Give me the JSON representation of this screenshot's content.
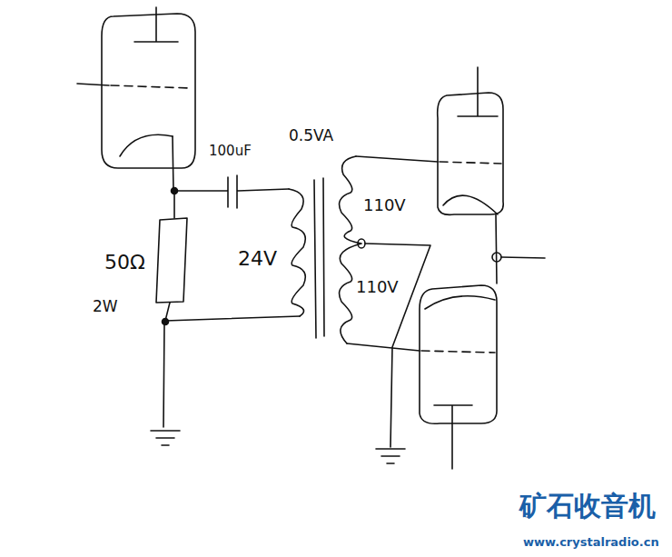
{
  "diagram": {
    "labels": [
      "100uF",
      "0.5VA",
      "50Ω",
      "2W",
      "24V",
      "110V",
      "110V",
      "矿石收音机",
      "www.crystalradio.cn"
    ]
  }
}
